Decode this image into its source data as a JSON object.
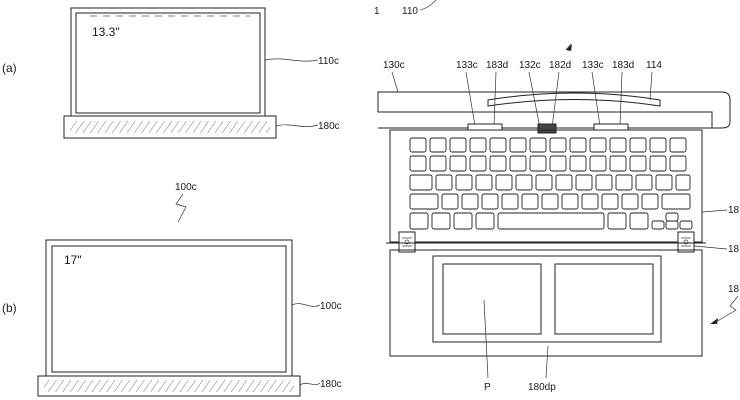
{
  "figure_a": {
    "marker": "(a)",
    "screen_size": "13.3\"",
    "display_ref": "110c",
    "base_ref": "180c"
  },
  "figure_b": {
    "marker": "(b)",
    "device_ref": "100c",
    "screen_size": "17\"",
    "display_ref": "100c",
    "base_ref": "180c"
  },
  "figure_c": {
    "top_refs": [
      "1",
      "110"
    ],
    "rail_ref": "130c",
    "hinge_refs": [
      "133c",
      "183d",
      "132c",
      "182d",
      "133c",
      "183d",
      "114"
    ],
    "right_refs": [
      "18",
      "18",
      "18"
    ],
    "bottom_refs": [
      "P",
      "180dp"
    ]
  }
}
